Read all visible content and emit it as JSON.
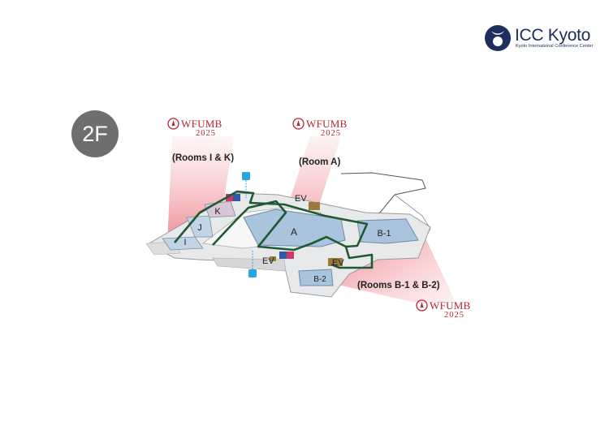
{
  "logo": {
    "name": "ICC Kyoto",
    "subtitle": "Kyoto International Conference Center"
  },
  "floor": "2F",
  "rooms": {
    "a": "A",
    "b1": "B-1",
    "b2": "B-2",
    "i": "I",
    "j": "J",
    "k": "K"
  },
  "elevator_label": "EV",
  "callouts": {
    "rooms_ik": "(Rooms I & K)",
    "room_a": "(Room A)",
    "rooms_b": "(Rooms B-1 & B-2)"
  },
  "event": {
    "name": "WFUMB",
    "year": "2025"
  },
  "colors": {
    "route": "#1f5a33",
    "brand": "#1d2d5c",
    "event": "#b8252e",
    "room_fill": "#a9c4dc",
    "highlight": "#f2a9ad",
    "restroom": "#d6336c",
    "info": "#29a6dc"
  },
  "icons": [
    "restroom-icon",
    "info-kiosk-icon",
    "elevator-icon",
    "wfumb-emblem-icon"
  ]
}
